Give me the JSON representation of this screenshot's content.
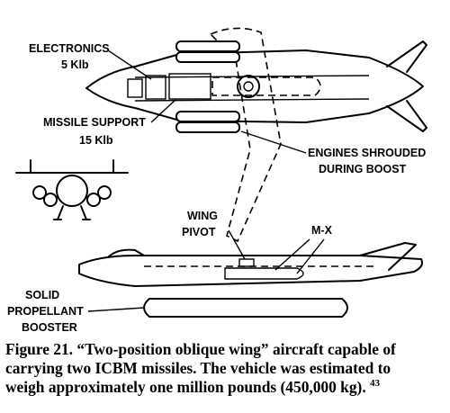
{
  "labels": {
    "electronics": "ELECTRONICS",
    "electronics_weight": "5 Klb",
    "missile_support": "MISSILE SUPPORT",
    "missile_support_weight": "15 Klb",
    "engines_shrouded": "ENGINES SHROUDED",
    "during_boost": "DURING BOOST",
    "wing": "WING",
    "pivot": "PIVOT",
    "mx": "M-X",
    "solid": "SOLID",
    "propellant": "PROPELLANT",
    "booster": "BOOSTER"
  },
  "caption": {
    "line1": "Figure 21. “Two-position oblique wing” aircraft capable of",
    "line2": "carrying two ICBM missiles. The vehicle was estimated to",
    "line3": "weigh approximately one million pounds (450,000 kg).",
    "footnote": "43"
  }
}
